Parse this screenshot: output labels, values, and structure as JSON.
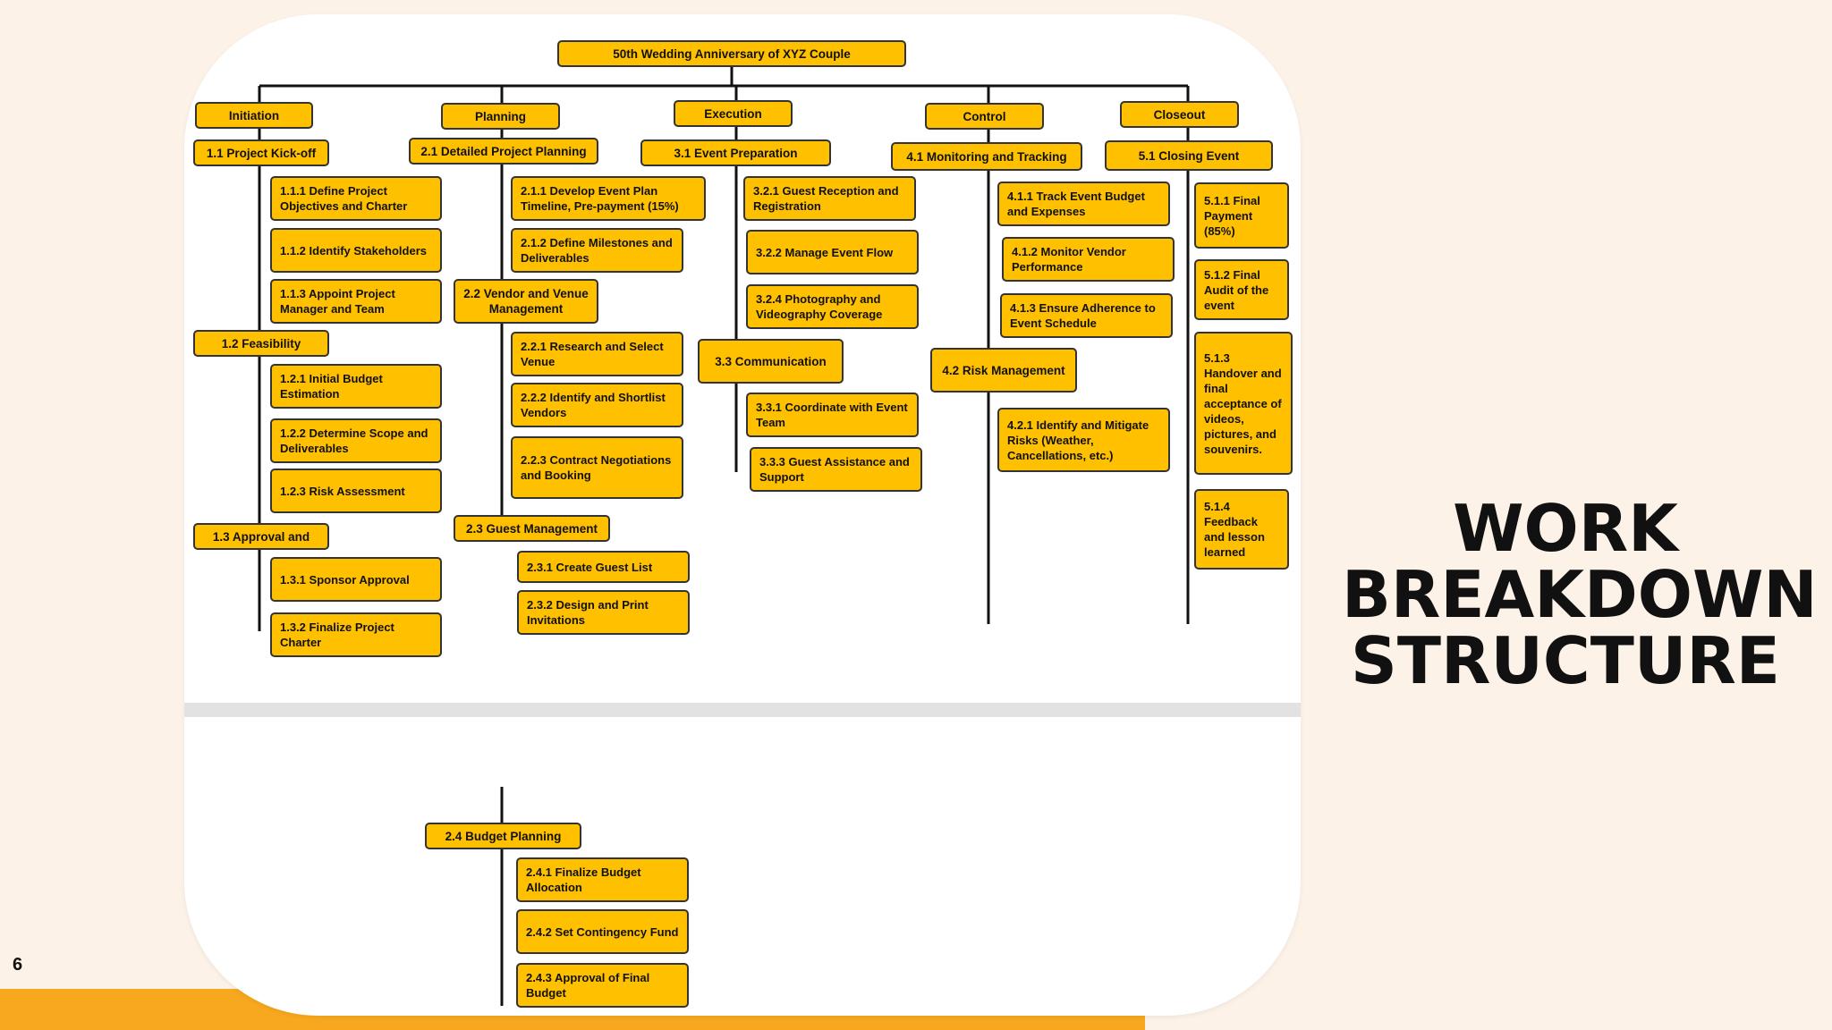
{
  "slide": {
    "page_number": "6",
    "title_lines": [
      "WORK",
      "BREAKDOWN",
      "STRUCTURE"
    ]
  },
  "wbs": {
    "root": "50th Wedding Anniversary of XYZ Couple",
    "phases": {
      "initiation": "Initiation",
      "planning": "Planning",
      "execution": "Execution",
      "control": "Control",
      "closeout": "Closeout"
    },
    "items": {
      "n1_1": "1.1 Project Kick-off",
      "n1_1_1": "1.1.1 Define Project Objectives and Charter",
      "n1_1_2": "1.1.2 Identify Stakeholders",
      "n1_1_3": "1.1.3 Appoint Project Manager and Team",
      "n1_2": "1.2 Feasibility",
      "n1_2_1": "1.2.1 Initial Budget Estimation",
      "n1_2_2": "1.2.2 Determine Scope and Deliverables",
      "n1_2_3": "1.2.3 Risk Assessment",
      "n1_3": "1.3 Approval and",
      "n1_3_1": "1.3.1 Sponsor Approval",
      "n1_3_2": "1.3.2 Finalize Project Charter",
      "n2_1": "2.1 Detailed Project Planning",
      "n2_1_1": "2.1.1 Develop Event Plan Timeline, Pre-payment (15%)",
      "n2_1_2": "2.1.2 Define Milestones and Deliverables",
      "n2_2": "2.2 Vendor and Venue Management",
      "n2_2_1": "2.2.1 Research and Select Venue",
      "n2_2_2": "2.2.2 Identify and Shortlist Vendors",
      "n2_2_3": "2.2.3 Contract Negotiations and Booking",
      "n2_3": "2.3 Guest Management",
      "n2_3_1": "2.3.1 Create Guest List",
      "n2_3_2": "2.3.2 Design and Print Invitations",
      "n2_4": "2.4 Budget Planning",
      "n2_4_1": "2.4.1 Finalize Budget Allocation",
      "n2_4_2": "2.4.2 Set Contingency Fund",
      "n2_4_3": "2.4.3 Approval of Final Budget",
      "n3_1": "3.1 Event Preparation",
      "n3_2_1": "3.2.1 Guest Reception and Registration",
      "n3_2_2": "3.2.2 Manage Event Flow",
      "n3_2_4": "3.2.4 Photography and Videography Coverage",
      "n3_3": "3.3 Communication",
      "n3_3_1": "3.3.1 Coordinate with Event Team",
      "n3_3_3": "3.3.3 Guest Assistance and Support",
      "n4_1": "4.1 Monitoring and Tracking",
      "n4_1_1": "4.1.1 Track Event Budget and Expenses",
      "n4_1_2": "4.1.2 Monitor Vendor Performance",
      "n4_1_3": "4.1.3 Ensure Adherence to Event Schedule",
      "n4_2": "4.2 Risk Management",
      "n4_2_1": "4.2.1 Identify and Mitigate Risks (Weather, Cancellations, etc.)",
      "n5_1": "5.1 Closing Event",
      "n5_1_1": "5.1.1 Final Payment (85%)",
      "n5_1_2": "5.1.2 Final Audit of the event",
      "n5_1_3": "5.1.3 Handover and final acceptance of videos, pictures, and souvenirs.",
      "n5_1_4": "5.1.4 Feedback and lesson learned"
    }
  },
  "colors": {
    "box_fill": "#ffc000",
    "box_border": "#333333",
    "accent_bar": "#f7a81e",
    "background": "#fcf2e8"
  }
}
